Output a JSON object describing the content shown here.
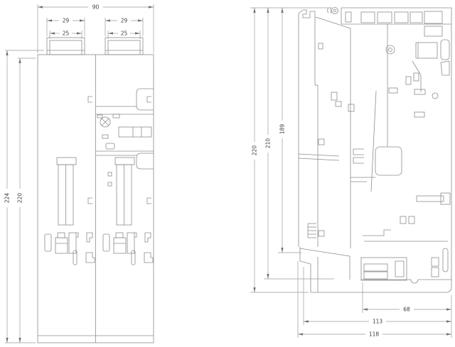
{
  "drawing": {
    "front_view": {
      "width_total": "90",
      "terminal_outer": "29",
      "terminal_inner": "25",
      "height_overall": "224",
      "height_body": "220"
    },
    "side_view": {
      "height_overall": "220",
      "height_upper": "210",
      "height_front": "189",
      "depth_clip": "68",
      "depth_mid": "113",
      "depth_total": "118"
    }
  }
}
